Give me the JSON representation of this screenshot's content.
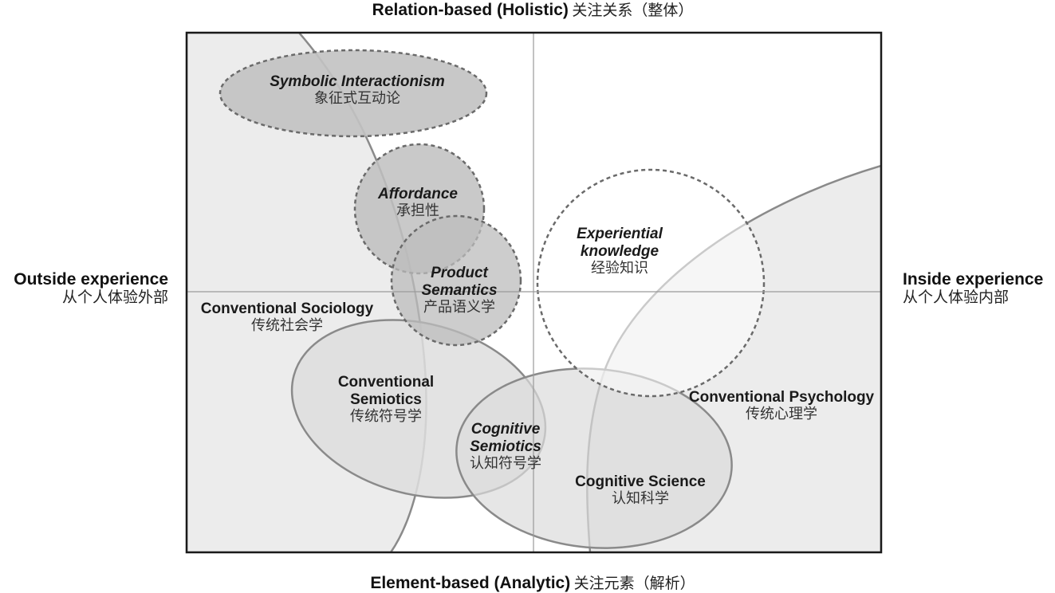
{
  "axes": {
    "top": {
      "en": "Relation-based (Holistic)",
      "zh": "关注关系（整体）"
    },
    "bottom": {
      "en": "Element-based (Analytic)",
      "zh": "关注元素（解析）"
    },
    "left": {
      "en": "Outside experience",
      "zh": "从个人体验外部"
    },
    "right": {
      "en": "Inside experience",
      "zh": "从个人体验内部"
    }
  },
  "regions": {
    "symbolic": {
      "en": "Symbolic Interactionism",
      "zh": "象征式互动论"
    },
    "affordance": {
      "en": "Affordance",
      "zh": "承担性"
    },
    "product": {
      "en1": "Product",
      "en2": "Semantics",
      "zh": "产品语义学"
    },
    "experiential": {
      "en1": "Experiential",
      "en2": "knowledge",
      "zh": "经验知识"
    },
    "sociology": {
      "en": "Conventional  Sociology",
      "zh": "传统社会学"
    },
    "semiotics": {
      "en1": "Conventional",
      "en2": "Semiotics",
      "zh": "传统符号学"
    },
    "cog_semiotics": {
      "en1": "Cognitive",
      "en2": "Semiotics",
      "zh": "认知符号学"
    },
    "psychology": {
      "en": "Conventional Psychology",
      "zh": "传统心理学"
    },
    "cog_science": {
      "en": "Cognitive Science",
      "zh": "认知科学"
    }
  },
  "colors": {
    "frame": "#1a1a1a",
    "region_fill": "#e9e9e9",
    "region_stroke": "#8a8a8a",
    "dashed_fill": "#c4c4c4",
    "dashed_stroke": "#6a6a6a"
  }
}
